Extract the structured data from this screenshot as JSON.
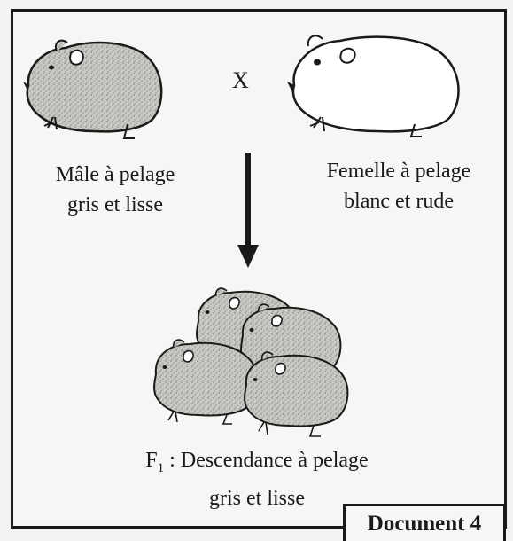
{
  "cross_symbol": "X",
  "male_label": [
    "Mâle à pelage",
    "gris et lisse"
  ],
  "female_label": [
    "Femelle à pelage",
    "blanc et rude"
  ],
  "offspring_label": {
    "prefix": "F",
    "subscript": "1",
    "line1_rest": " : Descendance à pelage",
    "line2": "gris et lisse"
  },
  "document_label": "Document 4",
  "colors": {
    "grey_coat": "#c8c8c4",
    "white_coat": "#ffffff",
    "outline": "#1a1a1a"
  },
  "icons": [
    "guinea-pig-grey-smooth",
    "guinea-pig-white-rough",
    "down-arrow"
  ]
}
